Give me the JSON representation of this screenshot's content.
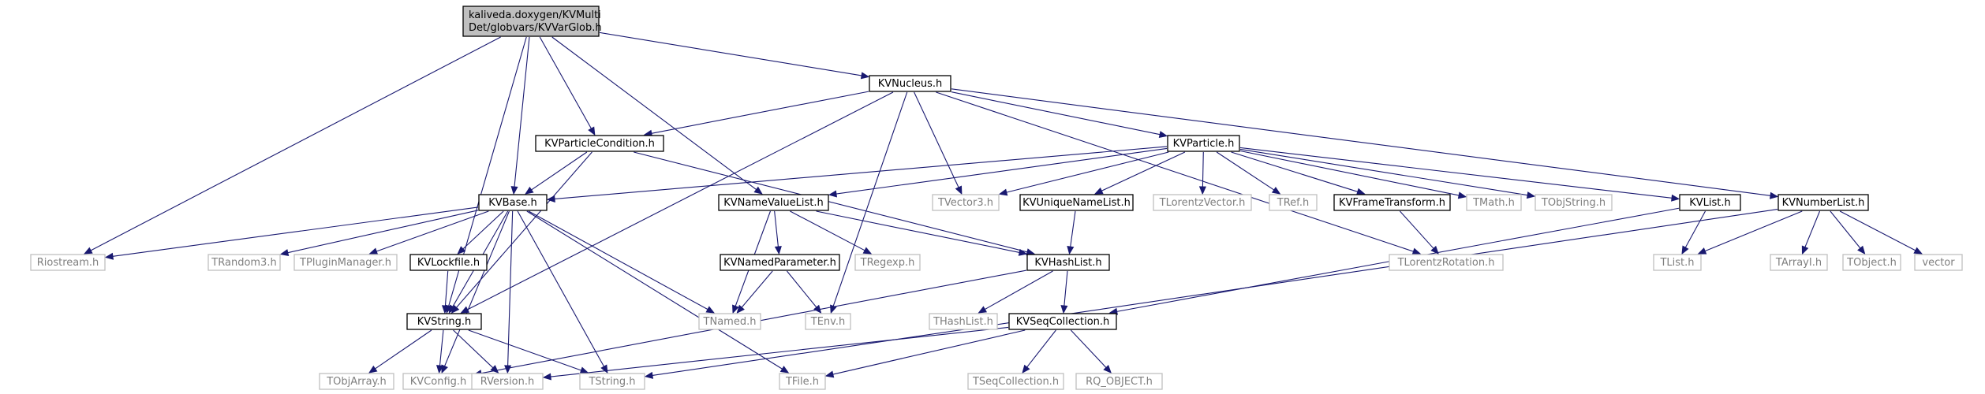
{
  "colors": {
    "edge": "#191970",
    "root_fill": "#bfbfbf",
    "documented_stroke": "#000000",
    "external_stroke": "#bfbfbf",
    "documented_text": "#000000",
    "external_text": "#7f7f7f"
  },
  "nodes": [
    {
      "id": "root",
      "lines": [
        "kaliveda.doxygen/KVMulti",
        "Det/globvars/KVVarGlob.h"
      ],
      "kind": "root"
    },
    {
      "id": "kvnucleus",
      "lines": [
        "KVNucleus.h"
      ],
      "kind": "documented"
    },
    {
      "id": "kvparticlecondition",
      "lines": [
        "KVParticleCondition.h"
      ],
      "kind": "documented"
    },
    {
      "id": "kvparticle",
      "lines": [
        "KVParticle.h"
      ],
      "kind": "documented"
    },
    {
      "id": "kvbase",
      "lines": [
        "KVBase.h"
      ],
      "kind": "documented"
    },
    {
      "id": "kvnamevaluelist",
      "lines": [
        "KVNameValueList.h"
      ],
      "kind": "documented"
    },
    {
      "id": "tvector3",
      "lines": [
        "TVector3.h"
      ],
      "kind": "external"
    },
    {
      "id": "kvuniquenamelist",
      "lines": [
        "KVUniqueNameList.h"
      ],
      "kind": "documented"
    },
    {
      "id": "tlorentzvector",
      "lines": [
        "TLorentzVector.h"
      ],
      "kind": "external"
    },
    {
      "id": "tref",
      "lines": [
        "TRef.h"
      ],
      "kind": "external"
    },
    {
      "id": "kvframetransform",
      "lines": [
        "KVFrameTransform.h"
      ],
      "kind": "documented"
    },
    {
      "id": "tmath",
      "lines": [
        "TMath.h"
      ],
      "kind": "external"
    },
    {
      "id": "tobjstring",
      "lines": [
        "TObjString.h"
      ],
      "kind": "external"
    },
    {
      "id": "kvlist",
      "lines": [
        "KVList.h"
      ],
      "kind": "documented"
    },
    {
      "id": "kvnumberlist",
      "lines": [
        "KVNumberList.h"
      ],
      "kind": "documented"
    },
    {
      "id": "riostream",
      "lines": [
        "Riostream.h"
      ],
      "kind": "external"
    },
    {
      "id": "trandom3",
      "lines": [
        "TRandom3.h"
      ],
      "kind": "external"
    },
    {
      "id": "tpluginmanager",
      "lines": [
        "TPluginManager.h"
      ],
      "kind": "external"
    },
    {
      "id": "kvlockfile",
      "lines": [
        "KVLockfile.h"
      ],
      "kind": "documented"
    },
    {
      "id": "kvnamedparameter",
      "lines": [
        "KVNamedParameter.h"
      ],
      "kind": "documented"
    },
    {
      "id": "tregexp",
      "lines": [
        "TRegexp.h"
      ],
      "kind": "external"
    },
    {
      "id": "kvhashlist",
      "lines": [
        "KVHashList.h"
      ],
      "kind": "documented"
    },
    {
      "id": "tlorentzrotation",
      "lines": [
        "TLorentzRotation.h"
      ],
      "kind": "external"
    },
    {
      "id": "tlist",
      "lines": [
        "TList.h"
      ],
      "kind": "external"
    },
    {
      "id": "tarrayi",
      "lines": [
        "TArrayI.h"
      ],
      "kind": "external"
    },
    {
      "id": "tobject",
      "lines": [
        "TObject.h"
      ],
      "kind": "external"
    },
    {
      "id": "vector",
      "lines": [
        "vector"
      ],
      "kind": "external"
    },
    {
      "id": "tnamed",
      "lines": [
        "TNamed.h"
      ],
      "kind": "external"
    },
    {
      "id": "tenv",
      "lines": [
        "TEnv.h"
      ],
      "kind": "external"
    },
    {
      "id": "thashlist",
      "lines": [
        "THashList.h"
      ],
      "kind": "external"
    },
    {
      "id": "kvstring",
      "lines": [
        "KVString.h"
      ],
      "kind": "documented"
    },
    {
      "id": "kvseqcollection",
      "lines": [
        "KVSeqCollection.h"
      ],
      "kind": "documented"
    },
    {
      "id": "tobjarray",
      "lines": [
        "TObjArray.h"
      ],
      "kind": "external"
    },
    {
      "id": "kvconfig",
      "lines": [
        "KVConfig.h"
      ],
      "kind": "external"
    },
    {
      "id": "rversion",
      "lines": [
        "RVersion.h"
      ],
      "kind": "external"
    },
    {
      "id": "tstring",
      "lines": [
        "TString.h"
      ],
      "kind": "external"
    },
    {
      "id": "tfile",
      "lines": [
        "TFile.h"
      ],
      "kind": "external"
    },
    {
      "id": "tseqcollection",
      "lines": [
        "TSeqCollection.h"
      ],
      "kind": "external"
    },
    {
      "id": "rq_object",
      "lines": [
        "RQ_OBJECT.h"
      ],
      "kind": "external"
    }
  ],
  "edges": [
    [
      "root",
      "kvnucleus"
    ],
    [
      "root",
      "kvparticlecondition"
    ],
    [
      "root",
      "kvbase"
    ],
    [
      "root",
      "kvnamevaluelist"
    ],
    [
      "root",
      "riostream"
    ],
    [
      "root",
      "kvstring"
    ],
    [
      "kvnucleus",
      "kvparticlecondition"
    ],
    [
      "kvnucleus",
      "kvparticle"
    ],
    [
      "kvnucleus",
      "tvector3"
    ],
    [
      "kvnucleus",
      "kvnumberlist"
    ],
    [
      "kvnucleus",
      "tlorentzrotation"
    ],
    [
      "kvnucleus",
      "tenv"
    ],
    [
      "kvnucleus",
      "kvstring"
    ],
    [
      "kvparticlecondition",
      "kvbase"
    ],
    [
      "kvparticlecondition",
      "kvhashlist"
    ],
    [
      "kvparticlecondition",
      "kvstring"
    ],
    [
      "kvparticle",
      "kvbase"
    ],
    [
      "kvparticle",
      "kvnamevaluelist"
    ],
    [
      "kvparticle",
      "tvector3"
    ],
    [
      "kvparticle",
      "kvuniquenamelist"
    ],
    [
      "kvparticle",
      "tlorentzvector"
    ],
    [
      "kvparticle",
      "tref"
    ],
    [
      "kvparticle",
      "kvframetransform"
    ],
    [
      "kvparticle",
      "tmath"
    ],
    [
      "kvparticle",
      "tobjstring"
    ],
    [
      "kvparticle",
      "kvlist"
    ],
    [
      "kvbase",
      "riostream"
    ],
    [
      "kvbase",
      "trandom3"
    ],
    [
      "kvbase",
      "tpluginmanager"
    ],
    [
      "kvbase",
      "kvlockfile"
    ],
    [
      "kvbase",
      "tnamed"
    ],
    [
      "kvbase",
      "kvstring"
    ],
    [
      "kvbase",
      "kvconfig"
    ],
    [
      "kvbase",
      "rversion"
    ],
    [
      "kvbase",
      "tstring"
    ],
    [
      "kvbase",
      "tfile"
    ],
    [
      "kvnamevaluelist",
      "kvnamedparameter"
    ],
    [
      "kvnamevaluelist",
      "tregexp"
    ],
    [
      "kvnamevaluelist",
      "kvhashlist"
    ],
    [
      "kvnamevaluelist",
      "tnamed"
    ],
    [
      "kvuniquenamelist",
      "kvhashlist"
    ],
    [
      "kvframetransform",
      "tlorentzrotation"
    ],
    [
      "kvlist",
      "tlist"
    ],
    [
      "kvlist",
      "kvseqcollection"
    ],
    [
      "kvnumberlist",
      "tlist"
    ],
    [
      "kvnumberlist",
      "tarrayi"
    ],
    [
      "kvnumberlist",
      "tobject"
    ],
    [
      "kvnumberlist",
      "vector"
    ],
    [
      "kvnumberlist",
      "tstring"
    ],
    [
      "kvlockfile",
      "kvstring"
    ],
    [
      "kvnamedparameter",
      "tnamed"
    ],
    [
      "kvnamedparameter",
      "tenv"
    ],
    [
      "kvhashlist",
      "thashlist"
    ],
    [
      "kvhashlist",
      "kvseqcollection"
    ],
    [
      "kvhashlist",
      "kvconfig"
    ],
    [
      "kvstring",
      "tobjarray"
    ],
    [
      "kvstring",
      "kvconfig"
    ],
    [
      "kvstring",
      "rversion"
    ],
    [
      "kvstring",
      "tstring"
    ],
    [
      "kvseqcollection",
      "tseqcollection"
    ],
    [
      "kvseqcollection",
      "rq_object"
    ],
    [
      "kvseqcollection",
      "tfile"
    ],
    [
      "kvseqcollection",
      "rversion"
    ]
  ]
}
